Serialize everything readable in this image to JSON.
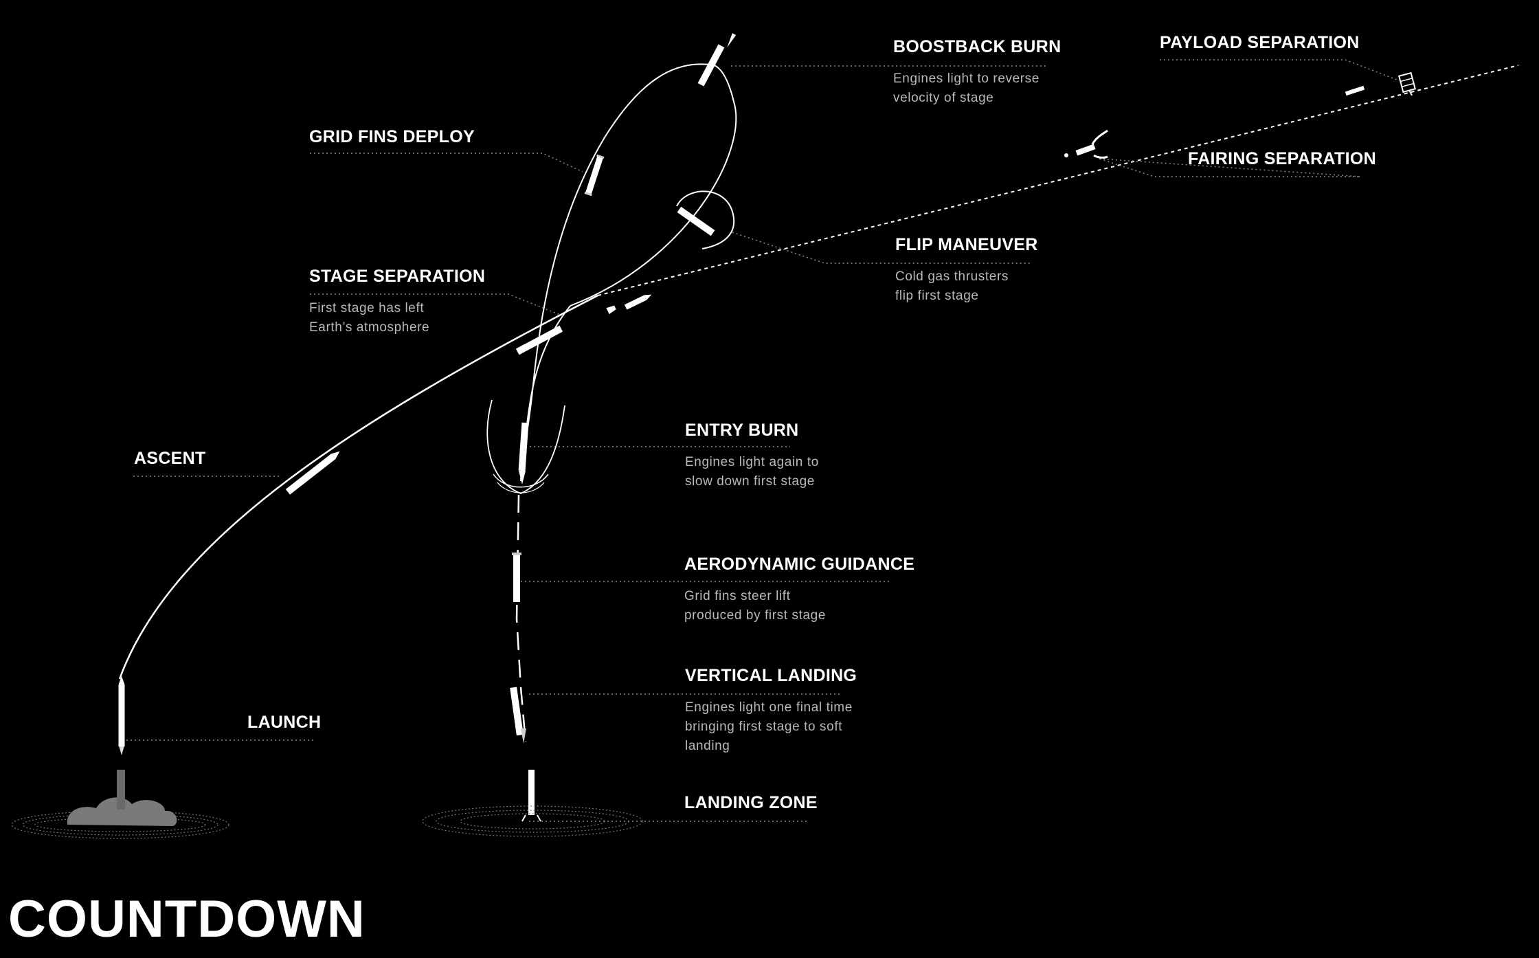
{
  "heading": "COUNTDOWN",
  "colors": {
    "background": "#000000",
    "line": "#ffffff",
    "muted_text": "#b9b9b9",
    "leader": "#8a8a8a"
  },
  "labels": {
    "boostback": {
      "title": "BOOSTBACK BURN",
      "desc": [
        "Engines light to reverse",
        "velocity of stage"
      ]
    },
    "payload": {
      "title": "PAYLOAD SEPARATION"
    },
    "grid_fins": {
      "title": "GRID FINS DEPLOY"
    },
    "fairing": {
      "title": "FAIRING SEPARATION"
    },
    "flip": {
      "title": "FLIP MANEUVER",
      "desc": [
        "Cold gas thrusters",
        "flip first stage"
      ]
    },
    "stage_sep": {
      "title": "STAGE SEPARATION",
      "desc": [
        "First stage has left",
        "Earth’s atmosphere"
      ]
    },
    "ascent": {
      "title": "ASCENT"
    },
    "entry": {
      "title": "ENTRY BURN",
      "desc": [
        "Engines light again to",
        "slow down first stage"
      ]
    },
    "aero": {
      "title": "AERODYNAMIC GUIDANCE",
      "desc": [
        "Grid fins steer lift",
        "produced by first stage"
      ]
    },
    "vertical": {
      "title": "VERTICAL LANDING",
      "desc": [
        "Engines light one final time",
        "bringing first stage to soft",
        "landing"
      ]
    },
    "launch": {
      "title": "LAUNCH"
    },
    "landing_zone": {
      "title": "LANDING ZONE"
    }
  }
}
